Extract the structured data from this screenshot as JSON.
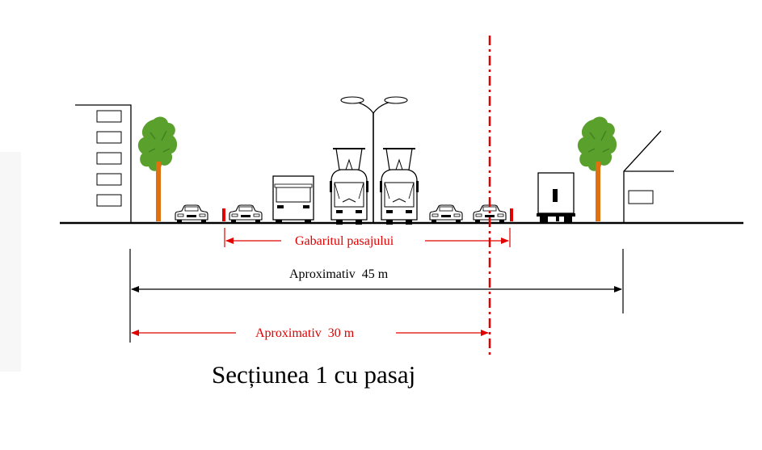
{
  "dimensions": {
    "passage_gauge": "Gabaritul pasajului",
    "approx_total": "Aproximativ  45 m",
    "approx_half": "Aproximativ  30 m"
  },
  "caption": "Secțiunea 1 cu pasaj",
  "colors": {
    "ink": "#000000",
    "red": "#e00000",
    "tree_green": "#5aa02c",
    "trunk": "#e07010",
    "page_bg_left": "#f8f8f8"
  },
  "icons": [
    "building-icon",
    "tree-icon",
    "car-icon",
    "truck-icon",
    "tram-icon",
    "street-lamp-icon",
    "house-icon",
    "curb-icon"
  ]
}
